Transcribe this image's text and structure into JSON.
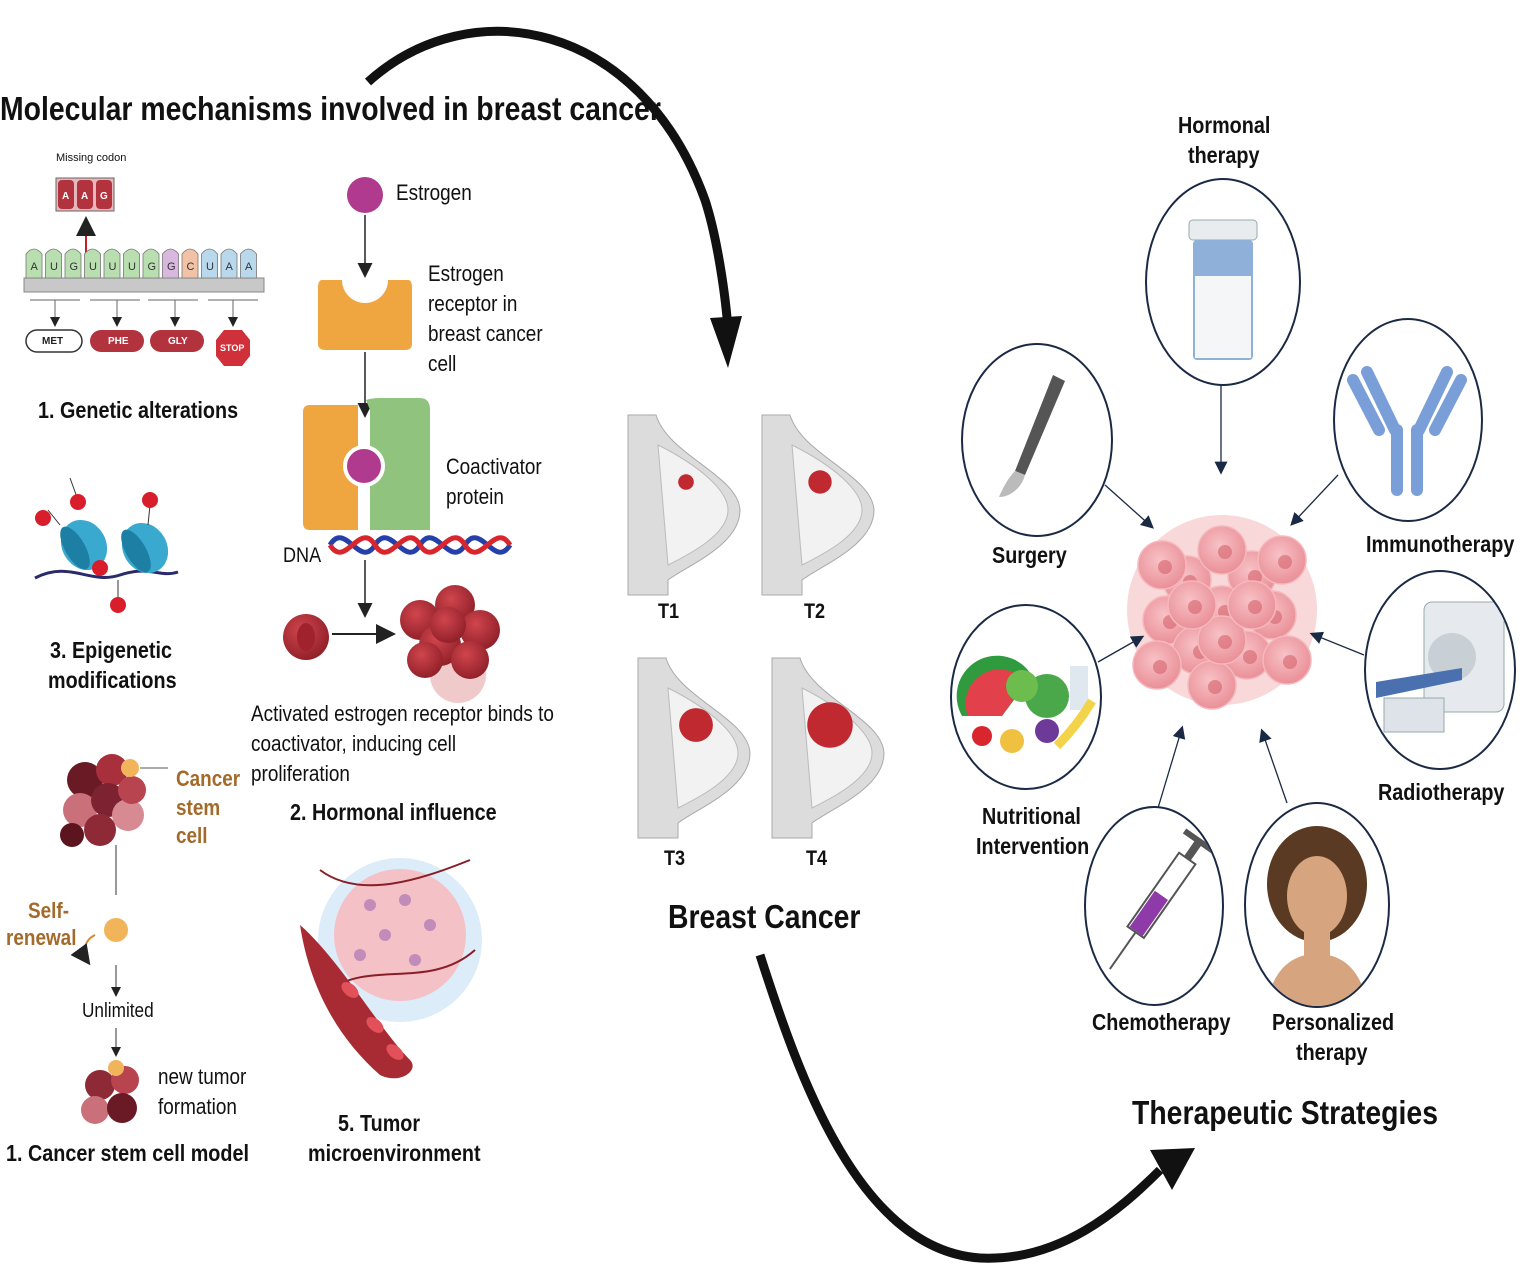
{
  "titles": {
    "molecular": "Molecular mechanisms involved in breast cancer",
    "breast_cancer": "Breast Cancer",
    "therapeutic": "Therapeutic Strategies"
  },
  "genetic": {
    "missing_codon": "Missing codon",
    "codon_letters": [
      "A",
      "A",
      "G"
    ],
    "bases": [
      "A",
      "U",
      "G",
      "U",
      "U",
      "U",
      "G",
      "G",
      "C",
      "U",
      "A",
      "A"
    ],
    "amino_acids": [
      "MET",
      "PHE",
      "GLY",
      "STOP"
    ],
    "caption": "1.  Genetic alterations"
  },
  "hormonal": {
    "estrogen": "Estrogen",
    "receptor": [
      "Estrogen",
      "receptor in",
      "breast cancer",
      "cell"
    ],
    "coactivator": [
      "Coactivator",
      "protein"
    ],
    "dna": "DNA",
    "description": [
      "Activated estrogen receptor binds to",
      "coactivator, inducing cell",
      "proliferation"
    ],
    "caption": "2. Hormonal influence"
  },
  "epigenetic": {
    "caption": [
      "3. Epigenetic",
      "modifications"
    ]
  },
  "stem_cell": {
    "cancer_stem_cell": [
      "Cancer",
      "stem",
      "cell"
    ],
    "self_renewal": [
      "Self-",
      "renewal"
    ],
    "unlimited": "Unlimited",
    "new_tumor": [
      "new tumor",
      "formation"
    ],
    "caption": "1. Cancer stem cell model"
  },
  "microenvironment": {
    "caption": [
      "5. Tumor",
      "microenvironment"
    ]
  },
  "stages": [
    "T1",
    "T2",
    "T3",
    "T4"
  ],
  "therapies": {
    "hormonal": [
      "Hormonal",
      "therapy"
    ],
    "surgery": "Surgery",
    "immunotherapy": "Immunotherapy",
    "nutritional": [
      "Nutritional",
      "Intervention"
    ],
    "radiotherapy": "Radiotherapy",
    "chemotherapy": "Chemotherapy",
    "personalized": [
      "Personalized",
      "therapy"
    ]
  },
  "colors": {
    "estrogen": "#b03a8e",
    "receptor": "#f0a640",
    "coactivator": "#8fc37e",
    "tumor": "#b8323a",
    "tumor_pink": "#f3a0a8",
    "arrow": "#111111",
    "circle_border": "#1b2a44",
    "brown_text": "#a36a2a"
  },
  "icons": [
    "dna-helix-icon",
    "scalpel-icon",
    "antibody-icon",
    "medicine-jar-icon",
    "mri-scanner-icon",
    "syringe-icon",
    "woman-face-icon",
    "food-icon",
    "blood-vessel-icon"
  ]
}
